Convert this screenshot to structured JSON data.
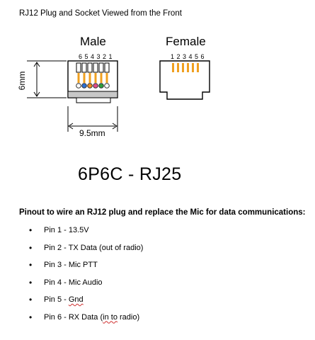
{
  "document": {
    "title": "RJ12 Plug and Socket Viewed from the Front",
    "male_label": "Male",
    "female_label": "Female",
    "male_pin_numbers": "6 5 4 3 2 1",
    "female_pin_numbers": "1 2 3 4 5 6",
    "height_dimension": "6mm",
    "width_dimension": "9.5mm",
    "model": "6P6C - RJ25",
    "pinout_heading": "Pinout to wire an RJ12 plug and replace the Mic for data communications:",
    "pins": [
      {
        "label": "Pin 1 - 13.5V"
      },
      {
        "label": "Pin 2 - TX Data (out of radio)"
      },
      {
        "prefix": "Pin 5 - ",
        "flagged": "Gnd"
      },
      {
        "label": "Pin 3 - Mic PTT"
      },
      {
        "label": "Pin 4 - Mic Audio"
      },
      {
        "prefix": "Pin 6 - RX Data (",
        "flagged": "in to",
        "suffix": " radio)"
      }
    ]
  },
  "colors": {
    "contact_gold": "#f0a020",
    "plug_gray": "#c8c8c8",
    "plug_dark": "#909090",
    "spellcheck": "#d03030"
  },
  "wire_colors": [
    "#ffffff",
    "#2a6fd6",
    "#f28c1c",
    "#e34a8a",
    "#2e9e3e",
    "#ffffff"
  ]
}
